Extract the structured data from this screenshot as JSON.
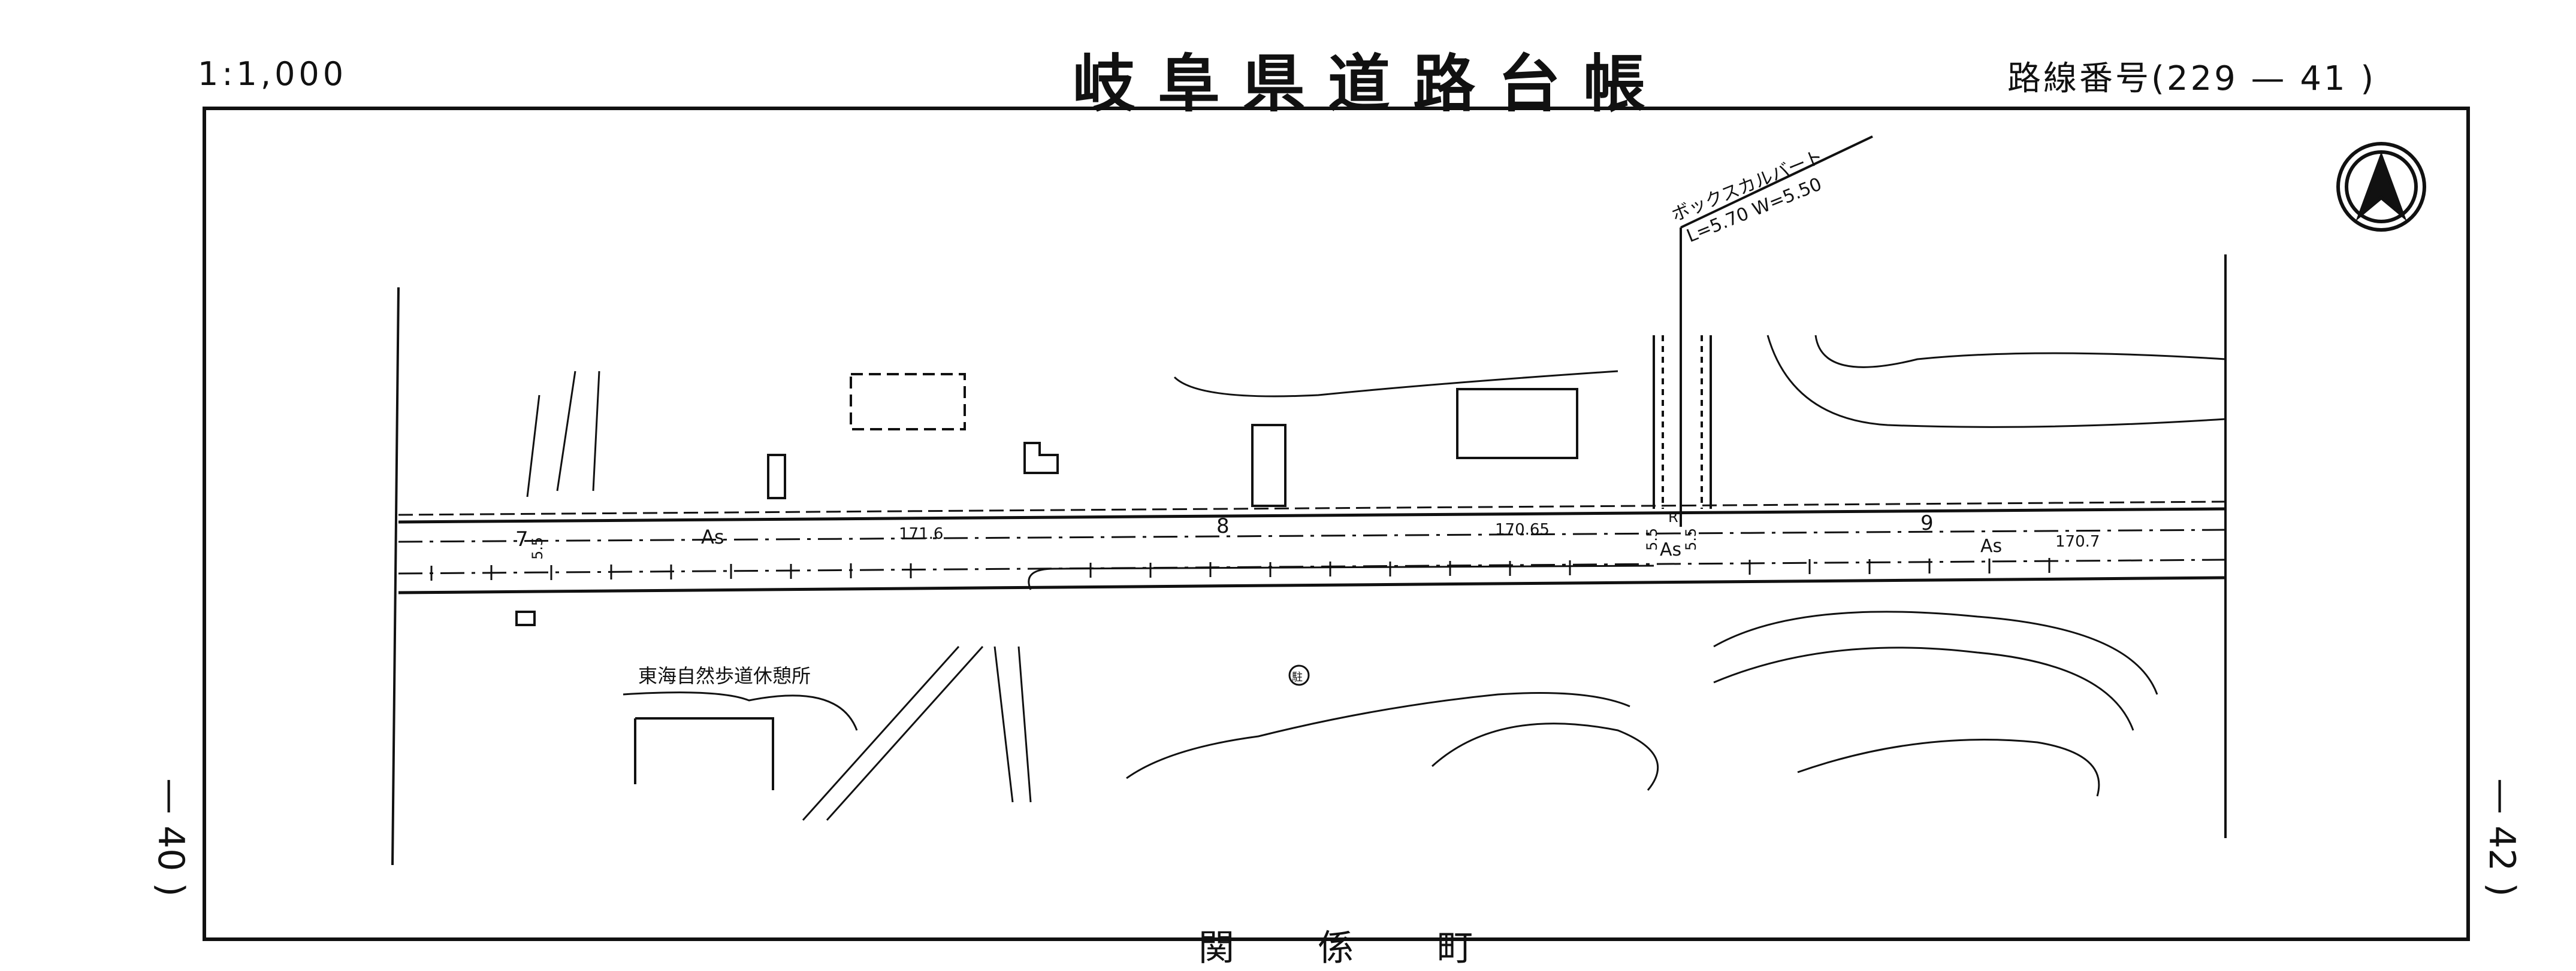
{
  "header": {
    "scale": "1:1,000",
    "title": "岐阜県道路台帳",
    "route_number": "路線番号(229 — 41 )"
  },
  "side_labels": {
    "left": "— 40 )",
    "right": "— 42 )"
  },
  "map": {
    "culvert_label_1": "ボックスカルバート",
    "culvert_label_2": "L=5.70  W=5.50",
    "rest_area_label": "東海自然歩道休憩所",
    "station_7": "7",
    "station_8": "8",
    "station_9": "9",
    "surface_as_1": "As",
    "surface_as_2": "As",
    "surface_as_3": "As",
    "elev_1": "171.6",
    "elev_2": "170.65",
    "elev_3": "170.7",
    "width_1": "5.5",
    "width_2": "5.5",
    "width_3": "5.5",
    "r_mark": "R",
    "station_symbol": "駐"
  },
  "footer": {
    "partial_title": "関 係 町"
  }
}
